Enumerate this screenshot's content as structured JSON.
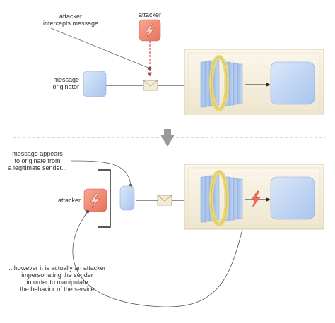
{
  "top": {
    "attacker_intercepts_label_line1": "attacker",
    "attacker_intercepts_label_line2": "intercepts message",
    "attacker_label": "attacker",
    "originator_label_line1": "message",
    "originator_label_line2": "originator"
  },
  "bottom": {
    "appears_label_line1": "message appears",
    "appears_label_line2": "to originate from",
    "appears_label_line3": "a legitimate sender...",
    "attacker_label": "attacker",
    "however_label_line1": "...however it is actually an attacker",
    "however_label_line2": "impersonating the sender",
    "however_label_line3": "in order to manipulate",
    "however_label_line4": "the behavior of the service"
  },
  "colors": {
    "attacker": "#f08a76",
    "originator": "#c8dcf4",
    "service_box": "#f7f0df",
    "service_inner": "#b7cff0",
    "ring": "#f2e48a",
    "envelope": "#f3ecd5",
    "divider": "#9a9a9a"
  },
  "icons": {
    "attacker": "lightning-bolt-icon",
    "message": "envelope-icon",
    "impersonation_hit": "lightning-bolt-icon"
  }
}
